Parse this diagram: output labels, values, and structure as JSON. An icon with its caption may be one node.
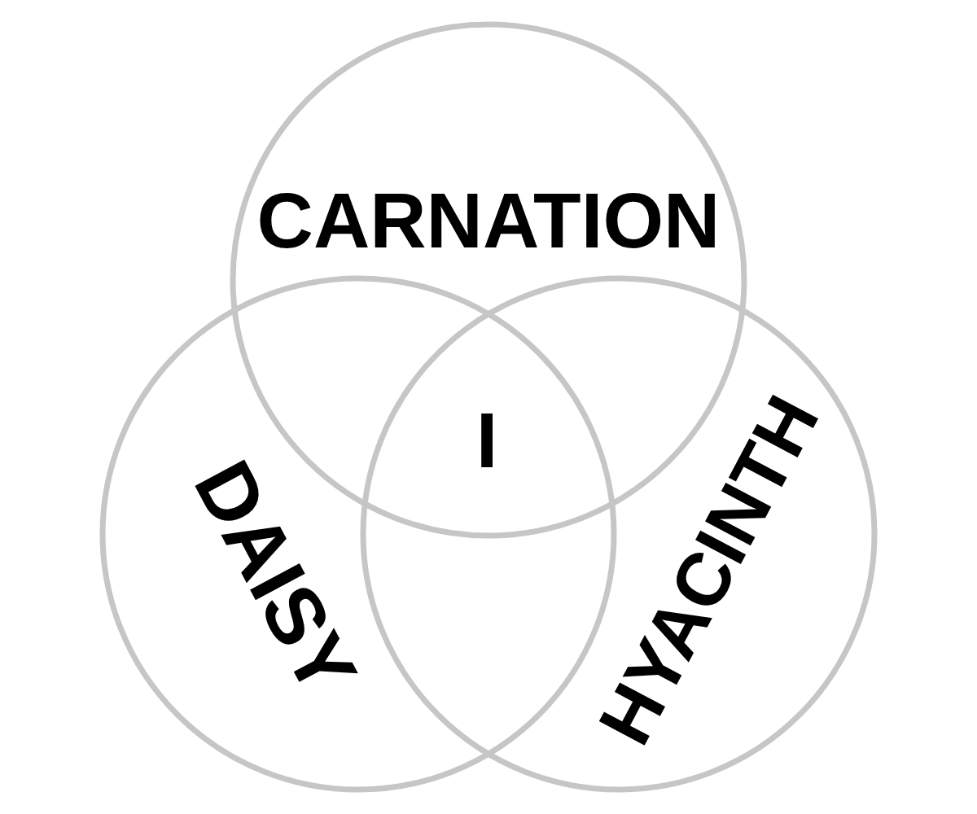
{
  "diagram": {
    "nodes": [
      {
        "text": [
          "CARNATION"
        ]
      },
      {
        "text": [
          "DAISY"
        ]
      },
      {
        "text": [
          "HYACINTH"
        ]
      }
    ],
    "labels": [
      "I"
    ]
  }
}
